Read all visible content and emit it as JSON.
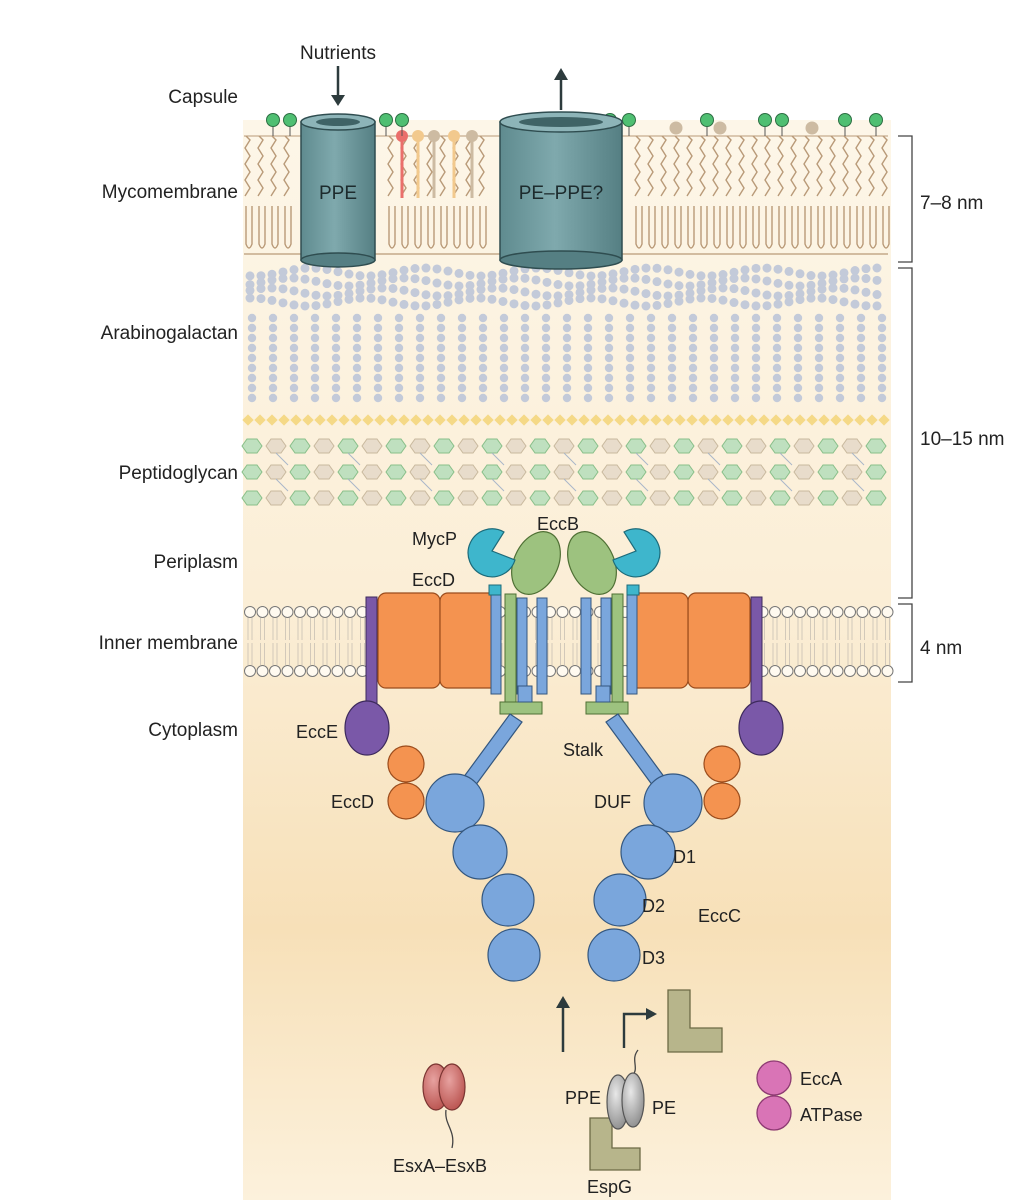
{
  "layers": {
    "capsule": "Capsule",
    "mycomembrane": "Mycomembrane",
    "arabinogalactan": "Arabinogalactan",
    "peptidoglycan": "Peptidoglycan",
    "periplasm": "Periplasm",
    "inner_membrane": "Inner membrane",
    "cytoplasm": "Cytoplasm"
  },
  "dimensions": {
    "mycomembrane": "7–8 nm",
    "cell_wall": "10–15 nm",
    "inner_membrane": "4 nm"
  },
  "channels": {
    "nutrients": "Nutrients",
    "ppe": "PPE",
    "pe_ppe": "PE–PPE?"
  },
  "components": {
    "mycp": "MycP",
    "eccb": "EccB",
    "eccd_top": "EccD",
    "ecce": "EccE",
    "eccd_bottom": "EccD",
    "stalk": "Stalk",
    "duf": "DUF",
    "d1": "D1",
    "d2": "D2",
    "d3": "D3",
    "eccc": "EccC"
  },
  "substrates": {
    "esxa_esxb": "EsxA–EsxB",
    "ppe": "PPE",
    "pe": "PE",
    "espg": "EspG",
    "ecca": "EccA",
    "atpase": "ATPase"
  },
  "colors": {
    "background": "#fdf3e2",
    "cytoplasm": "#f7e2bf",
    "channel": "#6f9ca0",
    "eccd_orange": "#f49350",
    "eccc_blue": "#7aa6dc",
    "eccb_green": "#9dc27f",
    "mycp_cyan": "#3eb6cc",
    "ecce_purple": "#7a58a8",
    "ecca_pink": "#d974b6",
    "esx_red": "#cd6a66",
    "espg_olive": "#b5b489",
    "lipid_green": "#4fbf72"
  }
}
